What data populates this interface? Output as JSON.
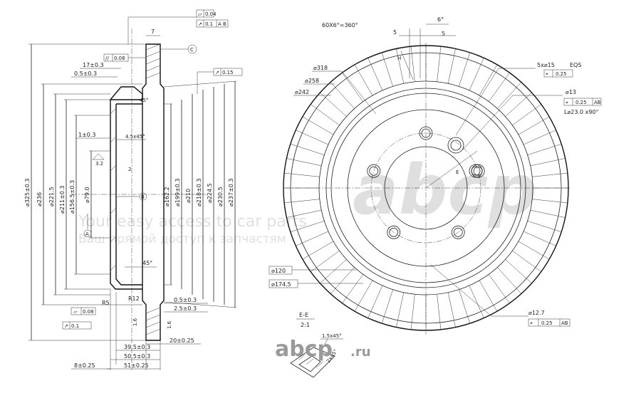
{
  "diameters_left": [
    "⌀325±0.3",
    "⌀236",
    "⌀221.5",
    "⌀211±0.3",
    "⌀156.5±0.3",
    "⌀79.0",
    "⌀162.2",
    "⌀199±0.3",
    "⌀210",
    "⌀218±0.3",
    "⌀224.5",
    "⌀230.5",
    "⌀237±0.3"
  ],
  "dims_top": {
    "d7": "7",
    "d17": "17±0.3",
    "d05": "0.5±0.3",
    "d1": "1±0.3",
    "chamfer": "4.5x45°",
    "a45": "45°",
    "r32": "3.2",
    "a2": "2",
    "a45b": "45°"
  },
  "tol_boxes": {
    "flat": "0.04",
    "runout": "0.1",
    "ref_ab": "A B",
    "par": "0.08",
    "runout2": "0.15",
    "par2": "0.08",
    "runout3": "0.1"
  },
  "datums": {
    "a": "A",
    "b": "B",
    "c": "C"
  },
  "dims_bottom": {
    "r5": "R5",
    "r12": "R12",
    "d05b": "0.5±0.3",
    "d25": "2.5±0.3",
    "d16": "1.6",
    "d16b": "1.6",
    "d20": "20±0.25",
    "d395": "39.5±0.3",
    "d505": "50.5±0.3",
    "d51": "51±0.25",
    "d8": "8±0.25"
  },
  "right_dims": {
    "d60": "60X6°=360°",
    "d6": "6°",
    "d5a": "5",
    "d5b": "5",
    "h": "H",
    "d318": "⌀318",
    "d258": "⌀258",
    "d242": "⌀242",
    "d120": "⌀120",
    "d174": "⌀174.5",
    "holes": "5x⌀15",
    "eqs": "EQS",
    "pos1": "0.25",
    "d13": "⌀13",
    "pos2": "0.25",
    "l23": "L⌀23.0 x90°",
    "d127": "⌀12.7",
    "pos3": "0.25",
    "ee": "E-E",
    "scale": "2:1",
    "detail": "1.5x45°",
    "detail2": "2x45°",
    "e": "E"
  },
  "watermark": {
    "line1": "Your easy access to car parts",
    "line2": "Ваш прямой доступ к запчастям"
  },
  "logo": {
    "text": "abcp",
    "suffix": ".ru"
  },
  "colors": {
    "ink": "#222222",
    "watermark": "#000000",
    "logo": "#9a9a9a"
  }
}
